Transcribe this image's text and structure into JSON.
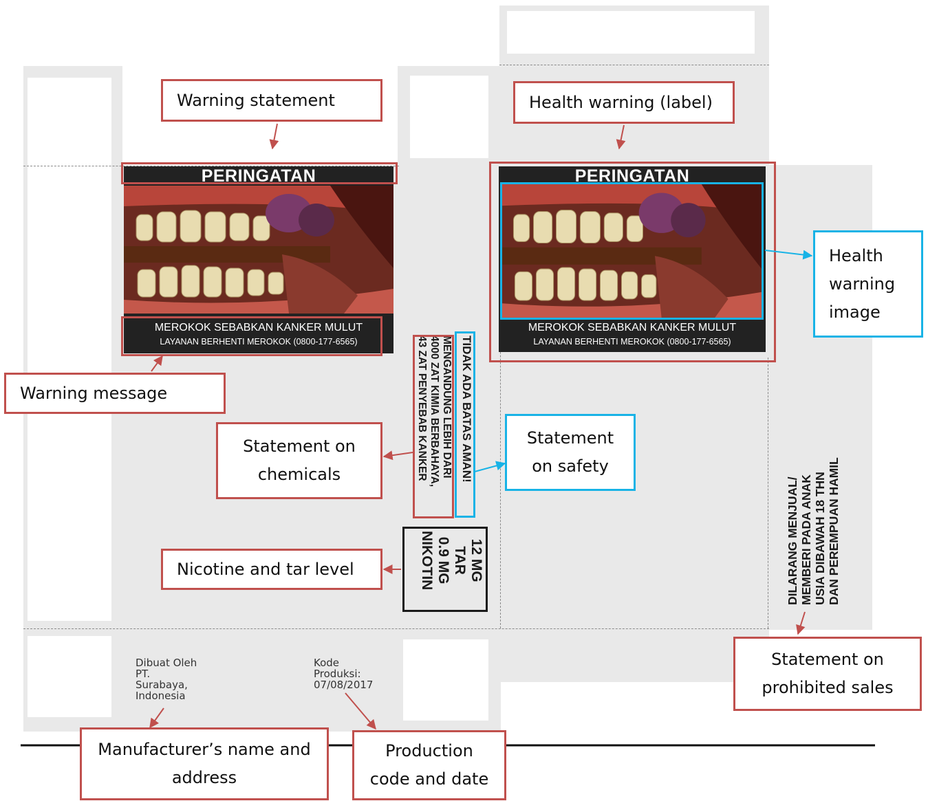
{
  "labels": {
    "warning_statement": "Warning statement",
    "health_warning_label": "Health warning (label)",
    "health_warning_image": [
      "Health",
      "warning",
      "image"
    ],
    "warning_message": "Warning message",
    "statement_on_chemicals": [
      "Statement on",
      "chemicals"
    ],
    "statement_on_safety": [
      "Statement",
      "on safety"
    ],
    "nicotine_tar_level": "Nicotine and tar level",
    "statement_on_prohibited_sales": [
      "Statement on",
      "prohibited sales"
    ],
    "manufacturer": [
      "Manufacturer’s name and",
      "address"
    ],
    "production_code": [
      "Production",
      "code and date"
    ]
  },
  "warning": {
    "title": "PERINGATAN",
    "message": "MEROKOK SEBABKAN KANKER MULUT",
    "service": "LAYANAN BERHENTI MEROKOK (0800-177-6565)"
  },
  "package_text": {
    "safety": "TIDAK ADA BATAS AMAN!",
    "chemicals": [
      "MENGANDUNG LEBIH DARI",
      "4000 ZAT KIMIA BERBAHAYA,",
      "43 ZAT PENYEBAB KANKER"
    ],
    "nicotine_tar": [
      "12 MG",
      "TAR",
      "0.9 MG",
      "NIKOTIN"
    ],
    "prohibited_sales": [
      "DILARANG MENJUAL/",
      "MEMBERI PADA ANAK",
      "USIA DIBAWAH 18 THN",
      "DAN PEREMPUAN HAMIL"
    ],
    "manufacturer": [
      "Dibuat Oleh",
      "PT.",
      "Surabaya,",
      "Indonesia"
    ],
    "production": [
      "Kode",
      "Produksi:",
      "07/08/2017"
    ]
  },
  "colors": {
    "callout_red": "#c0504d",
    "callout_blue": "#18b3e6",
    "panel_gray": "#e9e9e9",
    "warning_black": "#222222"
  }
}
